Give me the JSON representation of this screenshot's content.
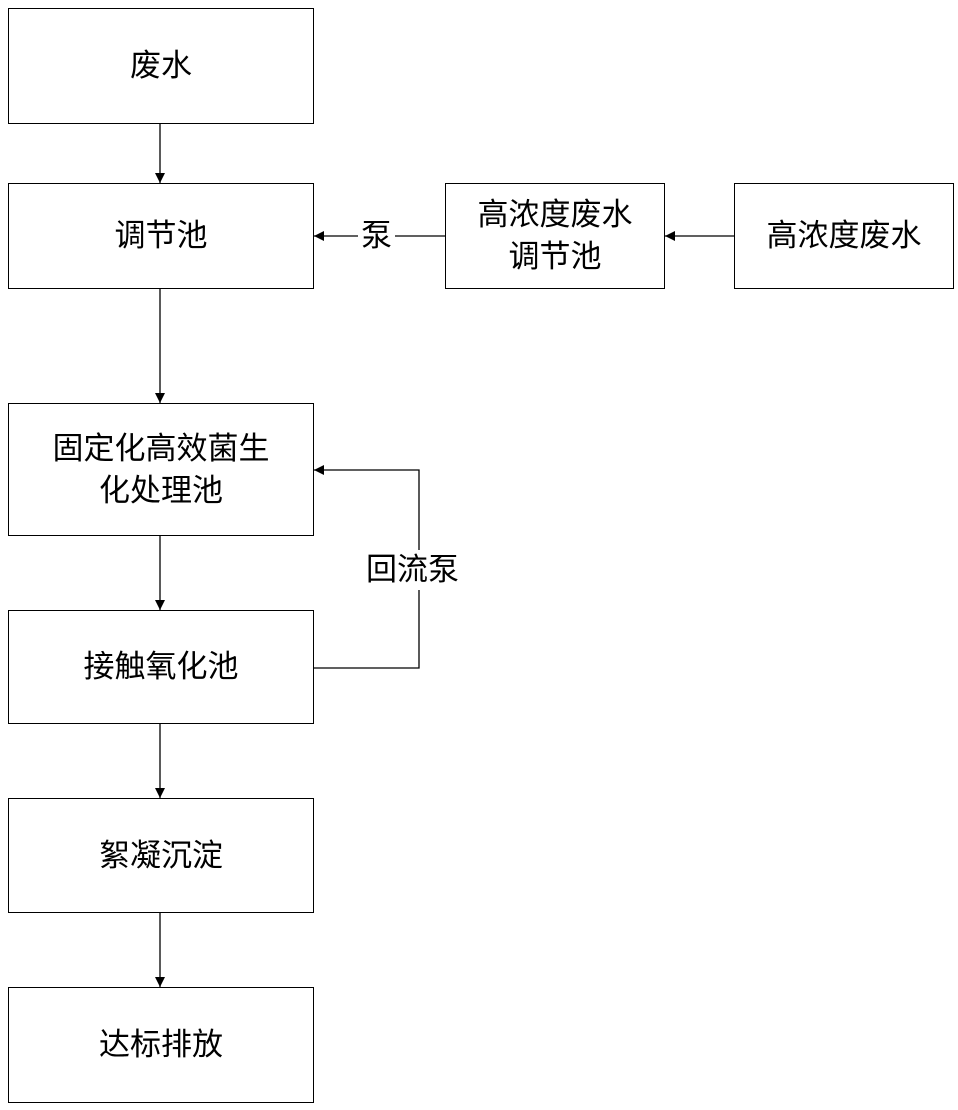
{
  "nodes": {
    "wastewater": {
      "label": "废水"
    },
    "regulating_tank": {
      "label": "调节池"
    },
    "high_conc_regulating_tank": {
      "label": "高浓度废水\n调节池"
    },
    "high_conc_wastewater": {
      "label": "高浓度废水"
    },
    "bio_treatment_tank": {
      "label": "固定化高效菌生\n化处理池"
    },
    "contact_oxidation_tank": {
      "label": "接触氧化池"
    },
    "flocculation_sedimentation": {
      "label": "絮凝沉淀"
    },
    "discharge": {
      "label": "达标排放"
    }
  },
  "edge_labels": {
    "pump": "泵",
    "reflux_pump": "回流泵"
  },
  "colors": {
    "stroke": "#000000",
    "background": "#ffffff"
  }
}
